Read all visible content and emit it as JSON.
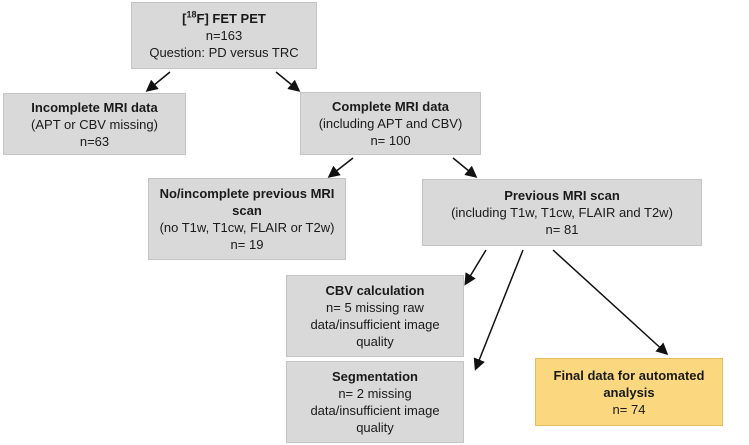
{
  "nodes": {
    "root": {
      "title_sup": "18",
      "title_pre": "[",
      "title_post": "F] FET PET",
      "lines": [
        "n=163",
        "Question: PD versus TRC"
      ]
    },
    "incomplete_mri": {
      "title": "Incomplete MRI data",
      "lines": [
        "(APT or CBV missing)",
        "n=63"
      ]
    },
    "complete_mri": {
      "title": "Complete MRI data",
      "lines": [
        "(including APT and CBV)",
        "n= 100"
      ]
    },
    "no_prev_mri": {
      "title": "No/incomplete previous MRI scan",
      "lines": [
        "(no T1w, T1cw, FLAIR or T2w)",
        "n= 19"
      ]
    },
    "prev_mri": {
      "title": "Previous MRI scan",
      "lines": [
        "(including T1w, T1cw, FLAIR and T2w)",
        "n= 81"
      ]
    },
    "cbv_calc": {
      "title": "CBV calculation",
      "lines": [
        "n= 5 missing raw data/insufficient image quality"
      ]
    },
    "segmentation": {
      "title": "Segmentation",
      "lines": [
        "n= 2 missing data/insufficient image quality"
      ]
    },
    "final": {
      "title": "Final data for automated analysis",
      "lines": [
        "n= 74"
      ]
    }
  },
  "colors": {
    "box": "#d9d9d9",
    "final_box": "#fbd87f",
    "arrow": "#111111"
  }
}
